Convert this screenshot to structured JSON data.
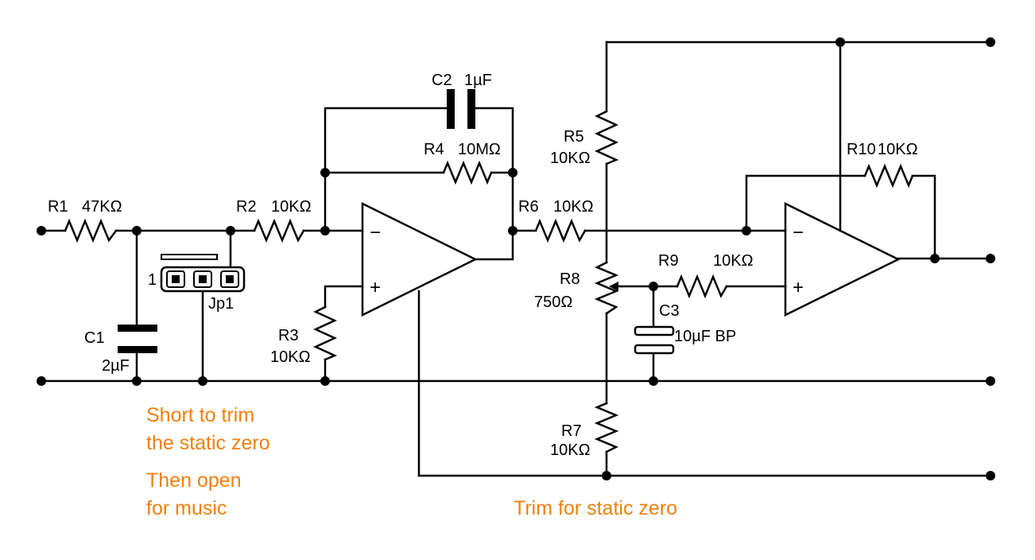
{
  "components": {
    "r1": {
      "ref": "R1",
      "value": "47KΩ"
    },
    "r2": {
      "ref": "R2",
      "value": "10KΩ"
    },
    "r3": {
      "ref": "R3",
      "value": "10KΩ"
    },
    "r4": {
      "ref": "R4",
      "value": "10MΩ"
    },
    "r5": {
      "ref": "R5",
      "value": "10KΩ"
    },
    "r6": {
      "ref": "R6",
      "value": "10KΩ"
    },
    "r7": {
      "ref": "R7",
      "value": "10KΩ"
    },
    "r8": {
      "ref": "R8",
      "value": "750Ω"
    },
    "r9": {
      "ref": "R9",
      "value": "10KΩ"
    },
    "r10": {
      "ref": "R10",
      "value": "10KΩ"
    },
    "c1": {
      "ref": "C1",
      "value": "2µF"
    },
    "c2": {
      "ref": "C2",
      "value": "1µF"
    },
    "c3": {
      "ref": "C3",
      "value": "10µF BP"
    },
    "jp1": {
      "ref": "Jp1",
      "pin1": "1"
    }
  },
  "opamp_signs": {
    "minus": "−",
    "plus": "+"
  },
  "notes": {
    "short_line1": "Short to trim",
    "short_line2": "the static zero",
    "open_line1": "Then open",
    "open_line2": "for music",
    "trim": "Trim for static zero"
  },
  "colors": {
    "annotation": "#f07f0f",
    "wire": "#000000"
  }
}
